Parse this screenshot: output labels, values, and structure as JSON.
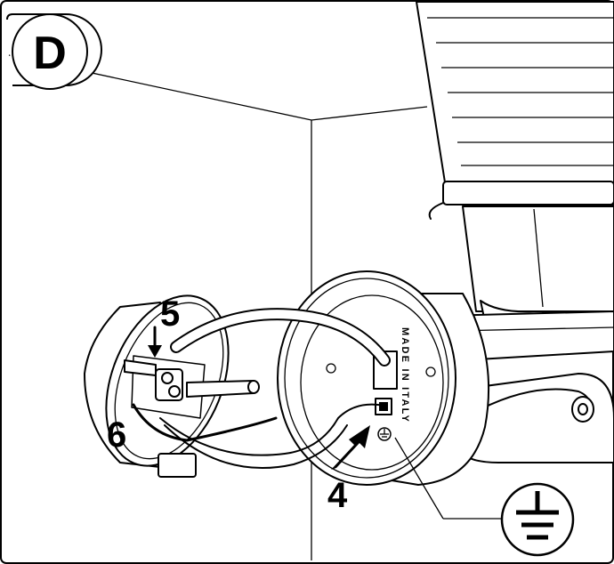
{
  "badge": {
    "letter": "D"
  },
  "steps": [
    {
      "number": "5"
    },
    {
      "number": "6"
    },
    {
      "number": "4"
    }
  ],
  "stamp": {
    "text": "MADE IN ITALY"
  },
  "icons": {
    "ground": "earth-ground-icon",
    "ground_small": "ground-screw-icon"
  }
}
